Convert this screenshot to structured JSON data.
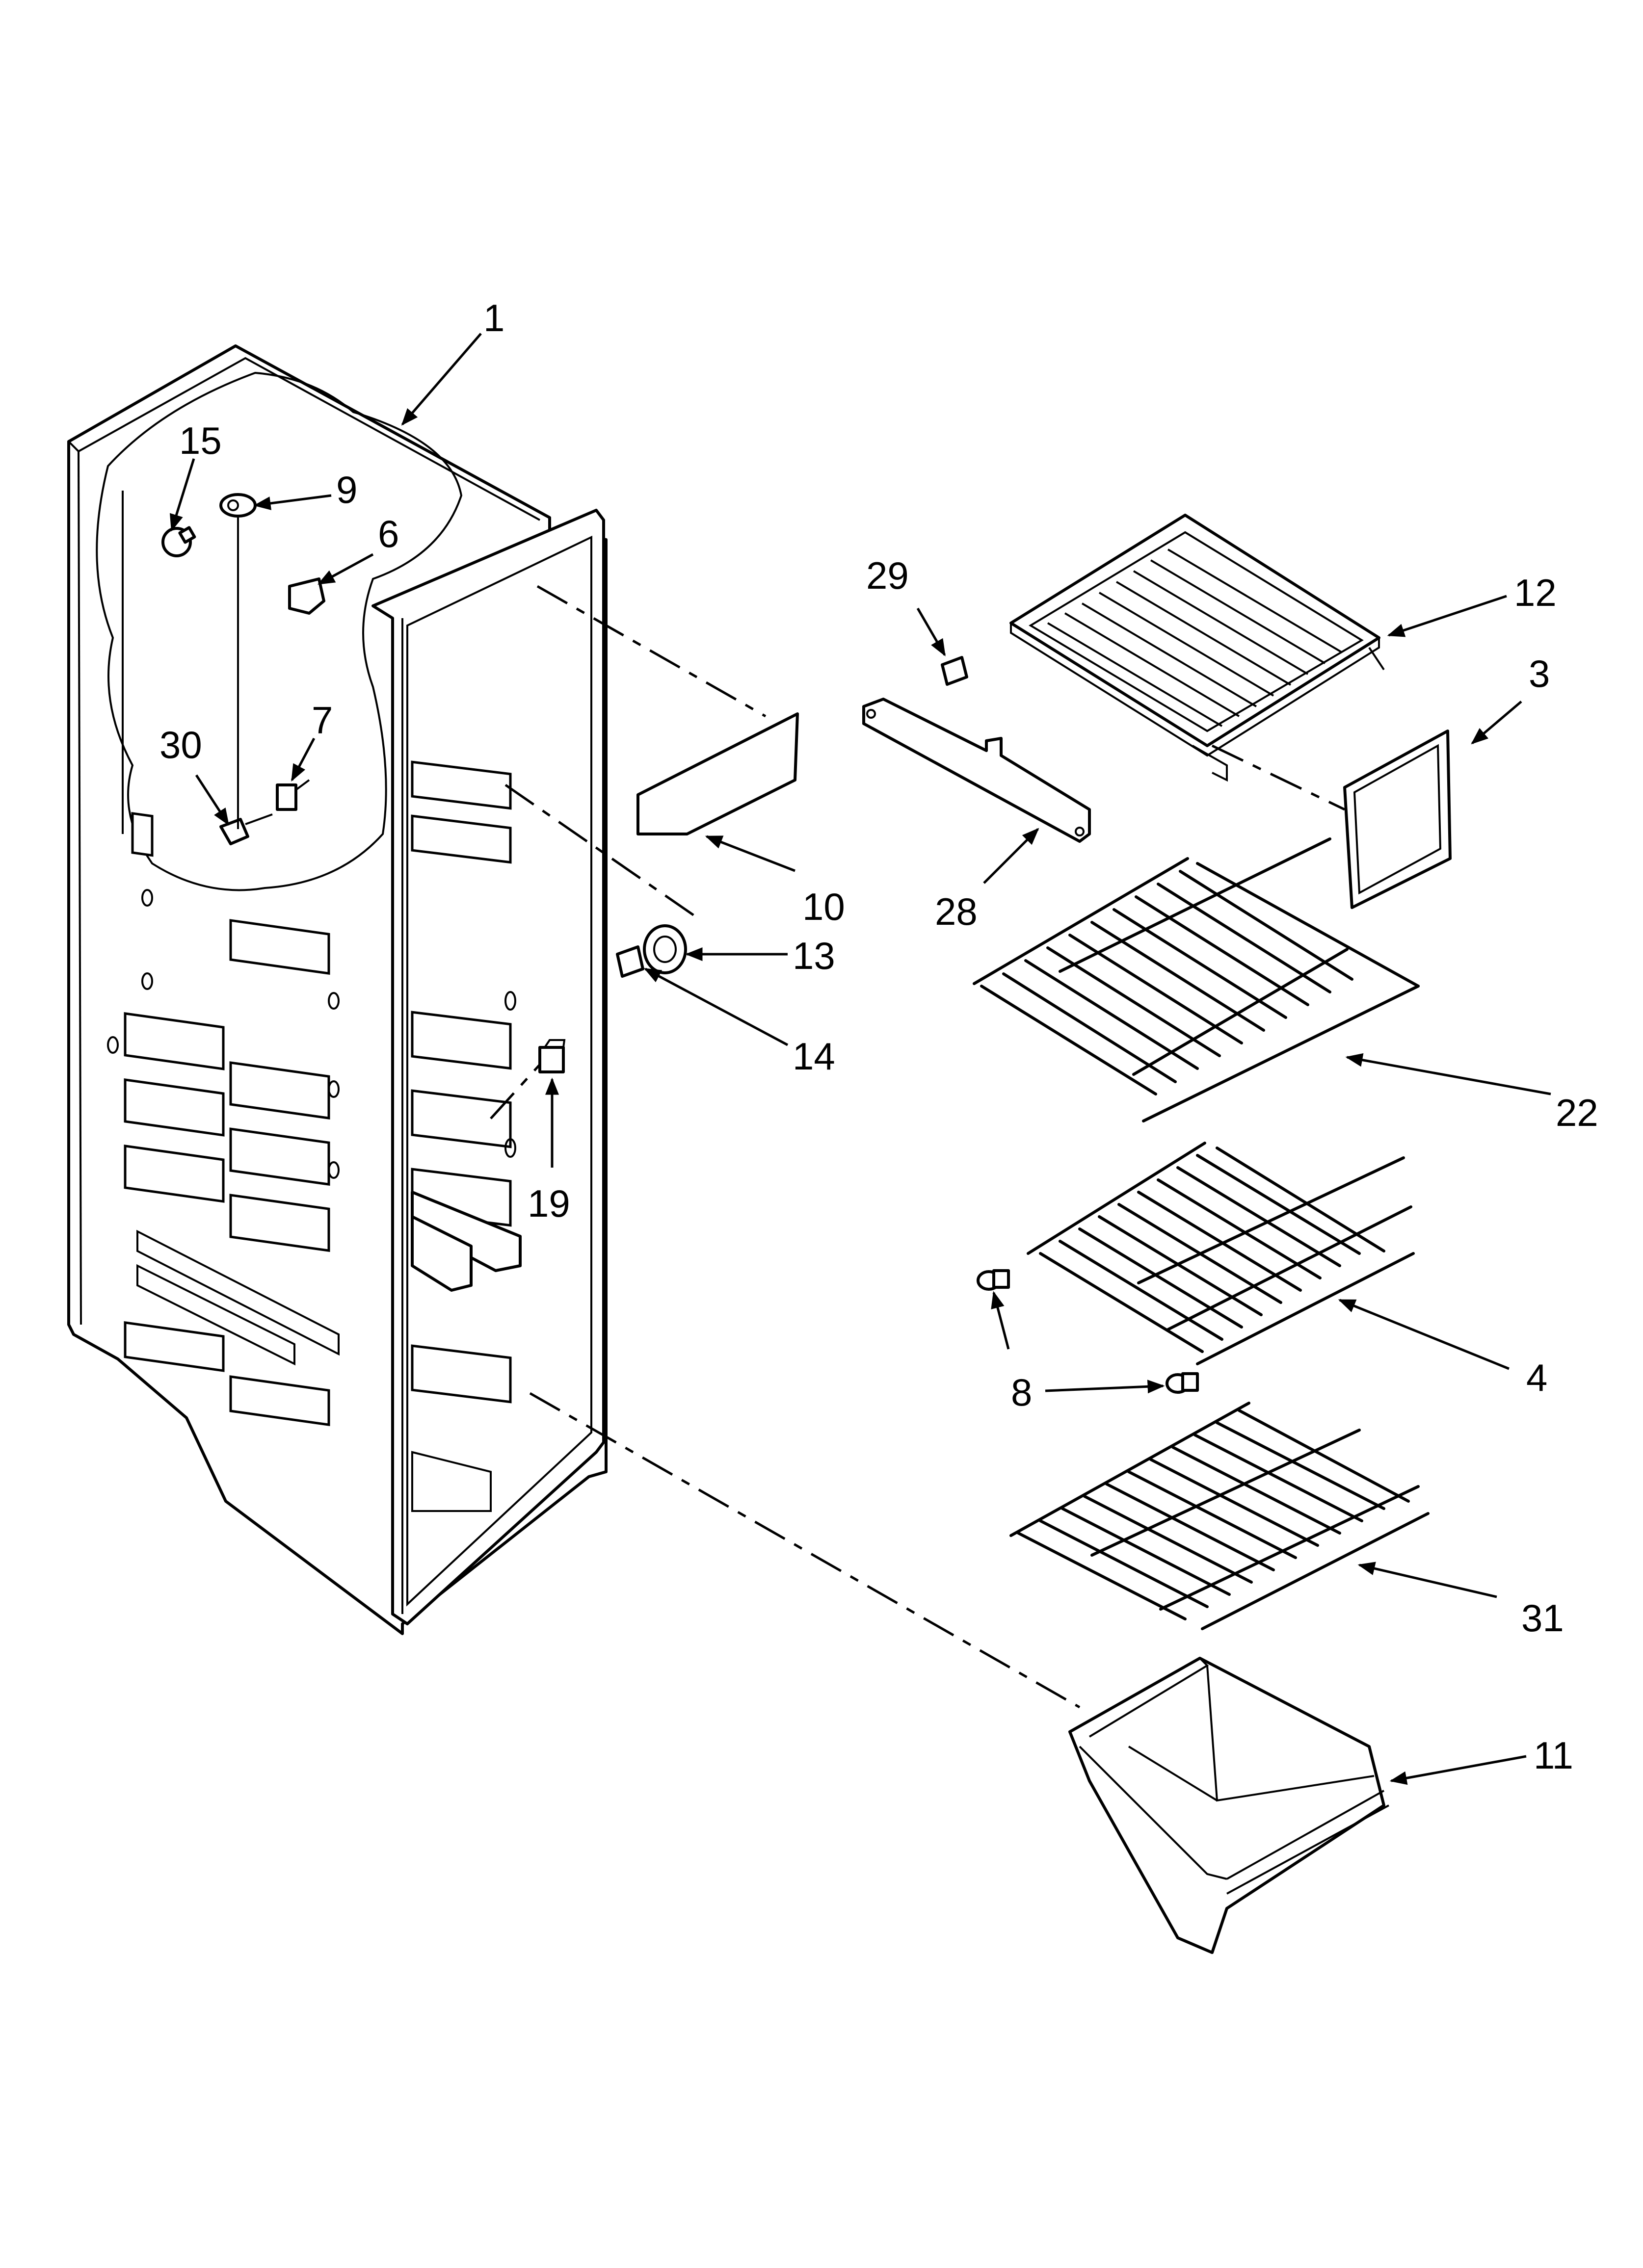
{
  "callouts": [
    {
      "id": "c1",
      "label": "1"
    },
    {
      "id": "c15",
      "label": "15"
    },
    {
      "id": "c9",
      "label": "9"
    },
    {
      "id": "c6",
      "label": "6"
    },
    {
      "id": "c7",
      "label": "7"
    },
    {
      "id": "c30",
      "label": "30"
    },
    {
      "id": "c10",
      "label": "10"
    },
    {
      "id": "c13",
      "label": "13"
    },
    {
      "id": "c14",
      "label": "14"
    },
    {
      "id": "c19",
      "label": "19"
    },
    {
      "id": "c29",
      "label": "29"
    },
    {
      "id": "c28",
      "label": "28"
    },
    {
      "id": "c12",
      "label": "12"
    },
    {
      "id": "c3",
      "label": "3"
    },
    {
      "id": "c22",
      "label": "22"
    },
    {
      "id": "c4",
      "label": "4"
    },
    {
      "id": "c8",
      "label": "8"
    },
    {
      "id": "c31",
      "label": "31"
    },
    {
      "id": "c11",
      "label": "11"
    }
  ]
}
